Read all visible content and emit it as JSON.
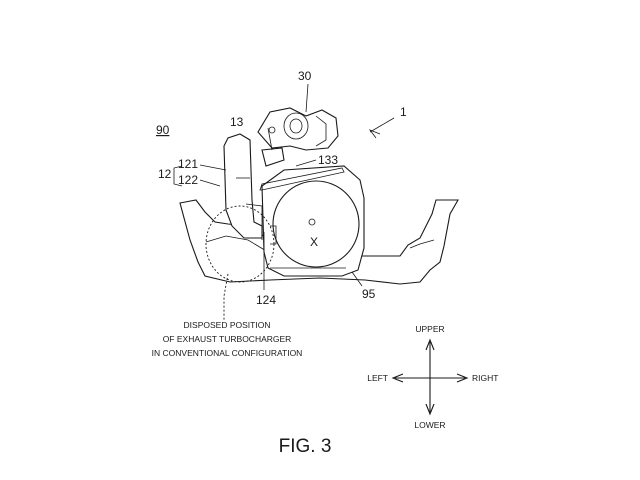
{
  "labels": {
    "ref_30": "30",
    "ref_1": "1",
    "ref_90": "90",
    "ref_13": "13",
    "ref_133": "133",
    "ref_12": "12",
    "ref_121": "121",
    "ref_122": "122",
    "ref_x": "X",
    "ref_124": "124",
    "ref_95": "95"
  },
  "note": {
    "line1": "DISPOSED POSITION",
    "line2": "OF EXHAUST TURBOCHARGER",
    "line3": "IN CONVENTIONAL CONFIGURATION"
  },
  "directions": {
    "upper": "UPPER",
    "lower": "LOWER",
    "left": "LEFT",
    "right": "RIGHT"
  },
  "caption": "FIG. 3"
}
